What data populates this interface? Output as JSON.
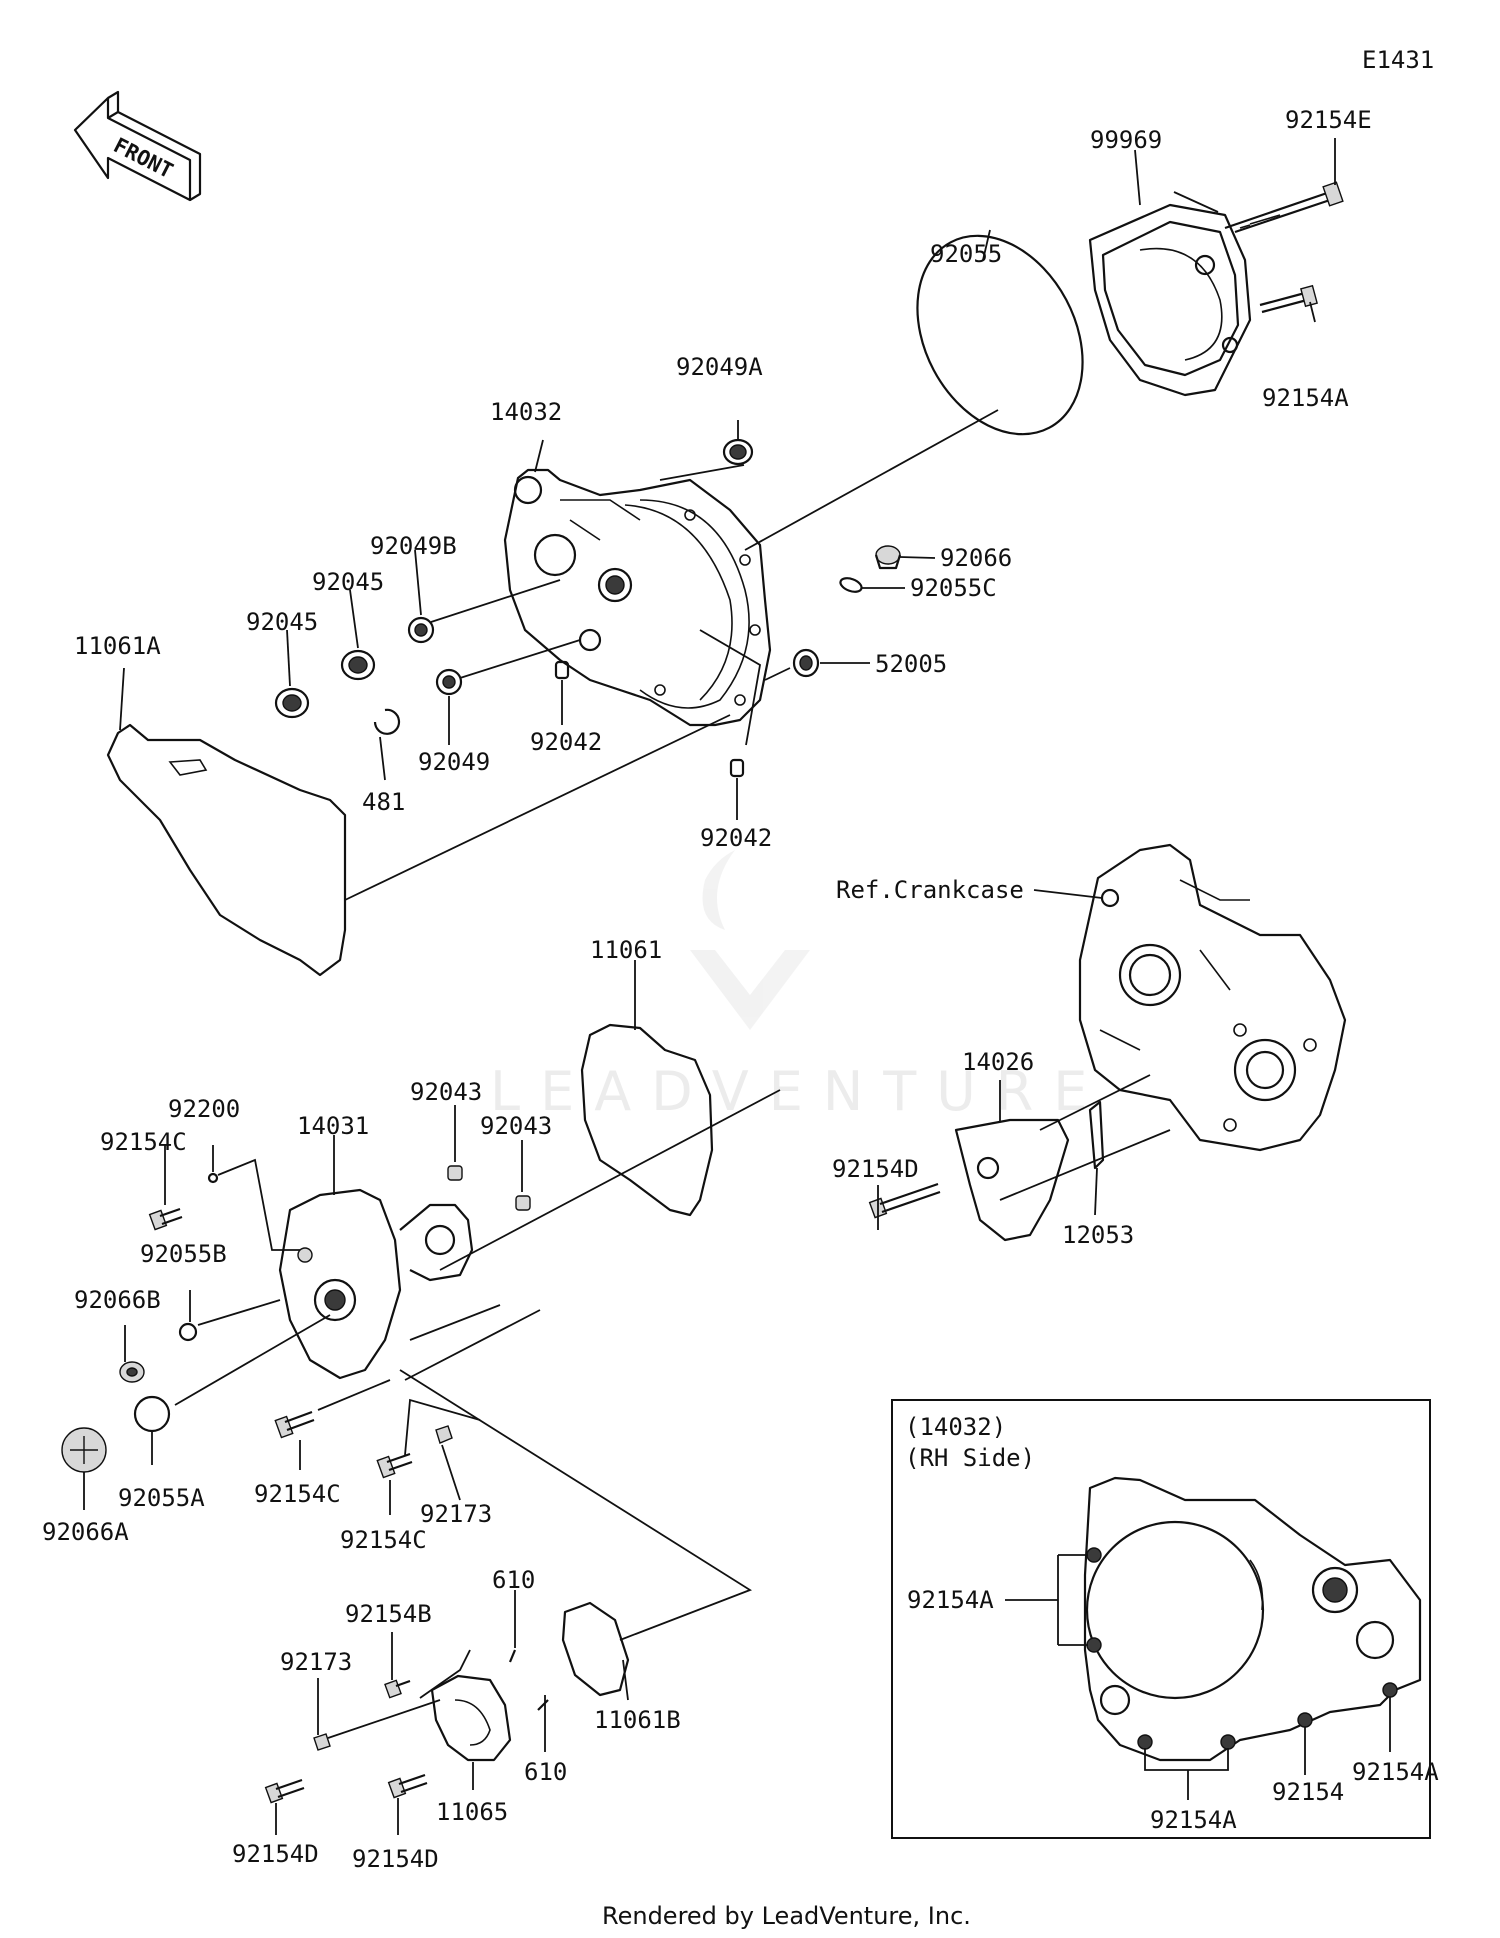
{
  "diagram_code": "E1431",
  "front_label": "FRONT",
  "watermark": "LEADVENTURE",
  "footer": "Rendered by LeadVenture, Inc.",
  "inset": {
    "ref": "(14032)",
    "side": "(RH Side)",
    "labels": [
      "92154A",
      "92154",
      "92154A",
      "92154A"
    ]
  },
  "part_labels": [
    {
      "id": "p99969",
      "text": "99969"
    },
    {
      "id": "p92154E",
      "text": "92154E"
    },
    {
      "id": "p92055",
      "text": "92055"
    },
    {
      "id": "p92154A",
      "text": "92154A"
    },
    {
      "id": "p92049A",
      "text": "92049A"
    },
    {
      "id": "p14032",
      "text": "14032"
    },
    {
      "id": "p92066",
      "text": "92066"
    },
    {
      "id": "p92055C",
      "text": "92055C"
    },
    {
      "id": "p92049B",
      "text": "92049B"
    },
    {
      "id": "p92045a",
      "text": "92045"
    },
    {
      "id": "p92045b",
      "text": "92045"
    },
    {
      "id": "p11061A",
      "text": "11061A"
    },
    {
      "id": "p52005",
      "text": "52005"
    },
    {
      "id": "p92049",
      "text": "92049"
    },
    {
      "id": "p92042a",
      "text": "92042"
    },
    {
      "id": "p481",
      "text": "481"
    },
    {
      "id": "p92042b",
      "text": "92042"
    },
    {
      "id": "pRefCrankcase",
      "text": "Ref.Crankcase"
    },
    {
      "id": "p11061",
      "text": "11061"
    },
    {
      "id": "p14026",
      "text": "14026"
    },
    {
      "id": "p92043a",
      "text": "92043"
    },
    {
      "id": "p92200",
      "text": "92200"
    },
    {
      "id": "p92043b",
      "text": "92043"
    },
    {
      "id": "p14031",
      "text": "14031"
    },
    {
      "id": "p92154Ca",
      "text": "92154C"
    },
    {
      "id": "p92154D",
      "text": "92154D"
    },
    {
      "id": "p12053",
      "text": "12053"
    },
    {
      "id": "p92055B",
      "text": "92055B"
    },
    {
      "id": "p92066B",
      "text": "92066B"
    },
    {
      "id": "p92154Cb",
      "text": "92154C"
    },
    {
      "id": "p92173a",
      "text": "92173"
    },
    {
      "id": "p92055A",
      "text": "92055A"
    },
    {
      "id": "p92154Cc",
      "text": "92154C"
    },
    {
      "id": "p92066A",
      "text": "92066A"
    },
    {
      "id": "p610a",
      "text": "610"
    },
    {
      "id": "p92154B",
      "text": "92154B"
    },
    {
      "id": "p92173b",
      "text": "92173"
    },
    {
      "id": "p11061B",
      "text": "11061B"
    },
    {
      "id": "p610b",
      "text": "610"
    },
    {
      "id": "p11065",
      "text": "11065"
    },
    {
      "id": "p92154Da",
      "text": "92154D"
    },
    {
      "id": "p92154Db",
      "text": "92154D"
    }
  ]
}
